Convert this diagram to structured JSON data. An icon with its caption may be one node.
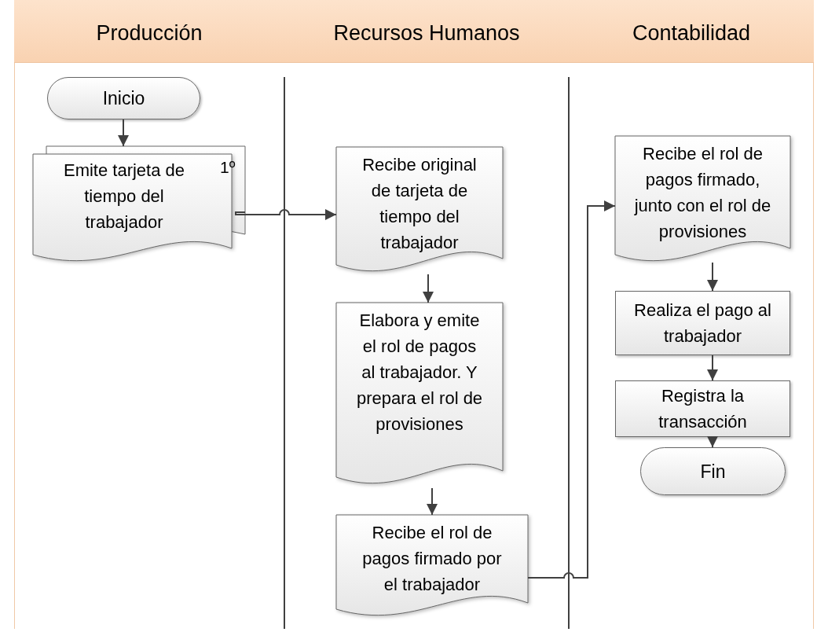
{
  "diagram": {
    "nodes": [
      {
        "text": [
          "Producción",
          "Recursos Humanos",
          "Contabilidad"
        ]
      },
      {
        "text": [
          "Inicio"
        ]
      },
      {
        "text": [
          "Emite tarjeta de tiempo del trabajador",
          "1º"
        ]
      },
      {
        "text": [
          "Recibe original de tarjeta de tiempo del trabajador"
        ]
      },
      {
        "text": [
          "Elabora y emite el rol de pagos al trabajador. Y prepara el rol de provisiones"
        ]
      },
      {
        "text": [
          "Recibe el rol de pagos firmado por el trabajador"
        ]
      },
      {
        "text": [
          "Recibe el rol de pagos firmado, junto con el rol de provisiones"
        ]
      },
      {
        "text": [
          "Realiza el pago al trabajador"
        ]
      },
      {
        "text": [
          "Registra la transacción"
        ]
      },
      {
        "text": [
          "Fin"
        ]
      }
    ],
    "edges": [
      {
        "from": 1,
        "to": 2,
        "arrow": "to"
      },
      {
        "from": 2,
        "to": 3,
        "arrow": "to"
      },
      {
        "from": 3,
        "to": 4,
        "arrow": "to"
      },
      {
        "from": 4,
        "to": 5,
        "arrow": "to"
      },
      {
        "from": 5,
        "to": 6,
        "arrow": "to"
      },
      {
        "from": 6,
        "to": 7,
        "arrow": "to"
      },
      {
        "from": 7,
        "to": 8,
        "arrow": "to"
      },
      {
        "from": 8,
        "to": 9,
        "arrow": "to"
      }
    ]
  }
}
